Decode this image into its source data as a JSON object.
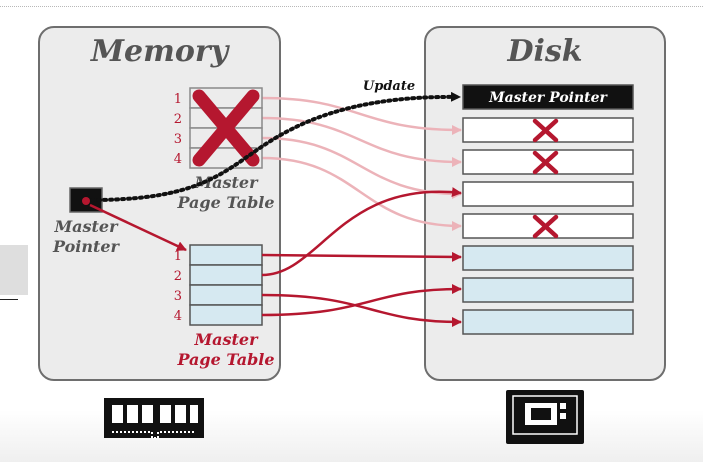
{
  "memory": {
    "title": "Memory",
    "old_table": {
      "rows": [
        "1",
        "2",
        "3",
        "4"
      ],
      "label_line1": "Master",
      "label_line2": "Page Table"
    },
    "new_table": {
      "rows": [
        "1",
        "2",
        "3",
        "4"
      ],
      "label_line1": "Master",
      "label_line2": "Page Table"
    },
    "master_pointer": {
      "label_line1": "Master",
      "label_line2": "Pointer"
    }
  },
  "disk": {
    "title": "Disk",
    "master_pointer_label": "Master Pointer"
  },
  "update_label": "Update",
  "colors": {
    "red": "#b5172f",
    "faded_red": "#ecb3b9",
    "block_blue": "#d6e9f1",
    "panel_bg": "#ececec",
    "panel_border": "#6e6e6e"
  },
  "icons": [
    "memory-chip-icon",
    "ssd-drive-icon"
  ]
}
